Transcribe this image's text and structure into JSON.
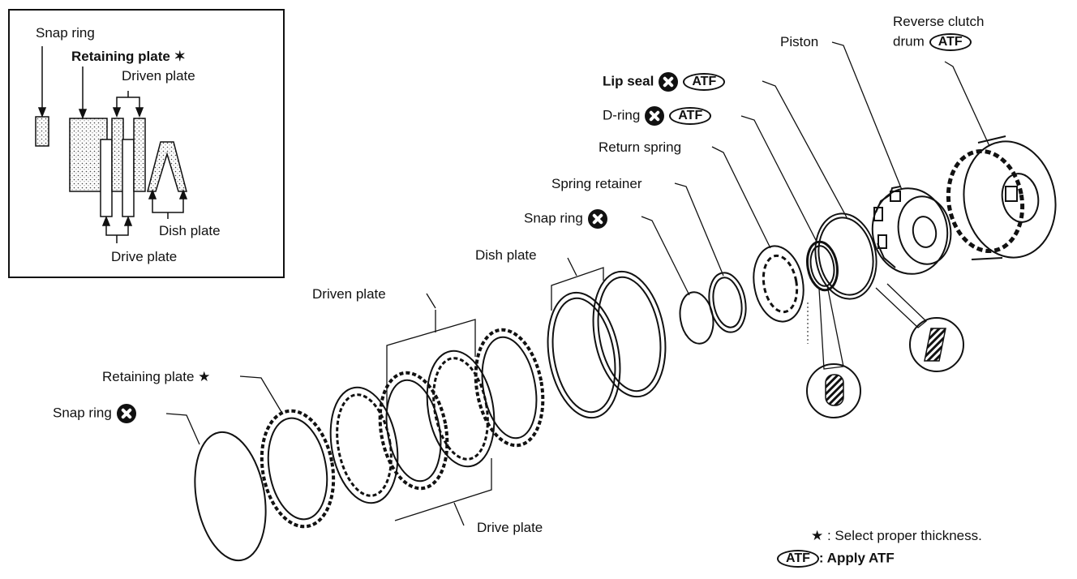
{
  "inset": {
    "snap_ring": "Snap ring",
    "retaining_plate": "Retaining plate",
    "driven_plate": "Driven plate",
    "dish_plate": "Dish plate",
    "drive_plate": "Drive plate"
  },
  "parts": {
    "reverse_clutch_line1": "Reverse clutch",
    "reverse_clutch_line2": "drum",
    "piston": "Piston",
    "lip_seal": "Lip seal",
    "d_ring": "D-ring",
    "return_spring": "Return spring",
    "spring_retainer": "Spring retainer",
    "snap_ring_upper": "Snap ring",
    "dish_plate": "Dish plate",
    "driven_plate": "Driven plate",
    "retaining_plate": "Retaining plate",
    "snap_ring_lower": "Snap ring",
    "drive_plate": "Drive plate"
  },
  "badges": {
    "atf": "ATF",
    "star": "★",
    "star_inset": "✶"
  },
  "legend": {
    "star_note": ": Select proper thickness.",
    "atf_note": ": Apply ATF"
  },
  "icons": [
    "no-reuse-icon",
    "atf-badge-icon",
    "star-icon"
  ]
}
